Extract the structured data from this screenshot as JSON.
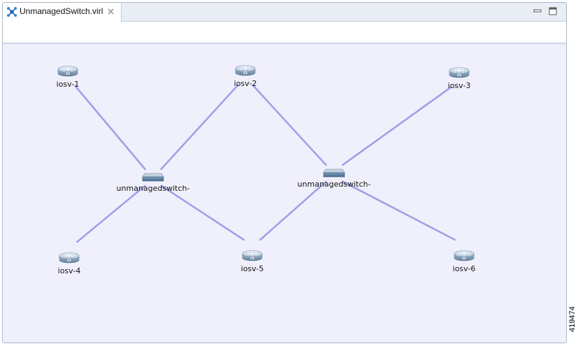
{
  "editor": {
    "tab_title": "UnmanagedSwitch.virl",
    "tab_icon": "topology-icon",
    "close_icon": "close-icon",
    "minimize_icon": "minimize-icon",
    "maximize_icon": "maximize-icon"
  },
  "topology": {
    "link_color": "#a0a0e8",
    "canvas_color": "#f0f0fc",
    "nodes": [
      {
        "id": "iosv-1",
        "label": "iosv-1",
        "type": "router"
      },
      {
        "id": "iosv-2",
        "label": "iosv-2",
        "type": "router"
      },
      {
        "id": "iosv-3",
        "label": "iosv-3",
        "type": "router"
      },
      {
        "id": "iosv-4",
        "label": "iosv-4",
        "type": "router"
      },
      {
        "id": "iosv-5",
        "label": "iosv-5",
        "type": "router"
      },
      {
        "id": "iosv-6",
        "label": "iosv-6",
        "type": "router"
      },
      {
        "id": "switch-1",
        "label": "unmanagedswitch-",
        "type": "switch"
      },
      {
        "id": "switch-2",
        "label": "unmanagedswitch-",
        "type": "switch"
      }
    ],
    "links": [
      [
        "iosv-1",
        "switch-1"
      ],
      [
        "iosv-2",
        "switch-1"
      ],
      [
        "iosv-4",
        "switch-1"
      ],
      [
        "iosv-5",
        "switch-1"
      ],
      [
        "iosv-2",
        "switch-2"
      ],
      [
        "iosv-3",
        "switch-2"
      ],
      [
        "iosv-5",
        "switch-2"
      ],
      [
        "iosv-6",
        "switch-2"
      ]
    ]
  },
  "figure_number": "419474"
}
